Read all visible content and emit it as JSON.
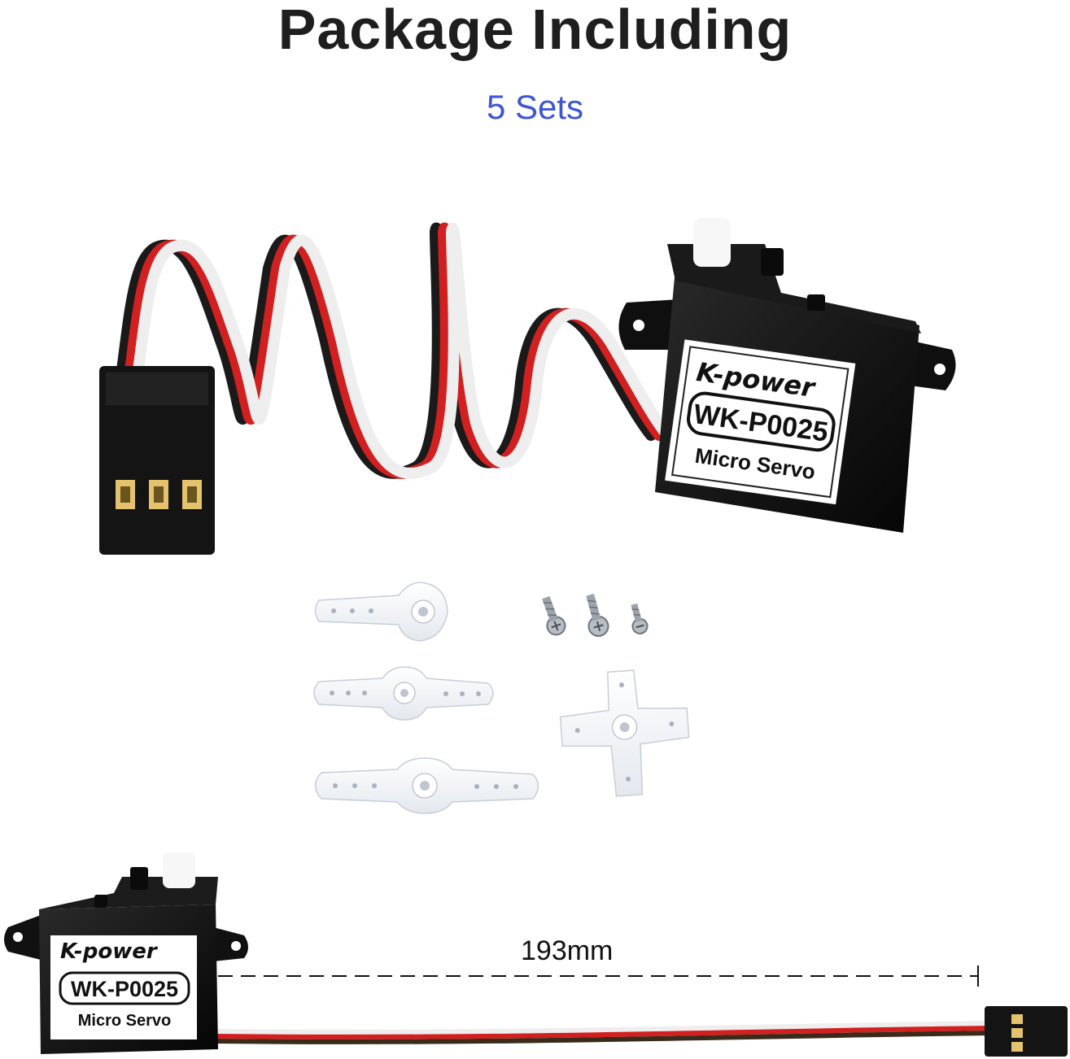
{
  "header": {
    "title": "Package Including",
    "subtitle": "5 Sets"
  },
  "servo_label": {
    "brand": "K-power",
    "model": "WK-P0025",
    "type": "Micro Servo"
  },
  "measurement": {
    "cable_length": "193mm"
  },
  "colors": {
    "title": "#1e1e1e",
    "subtitle": "#3d55d4",
    "servo_body": "#111111",
    "wire_red": "#d21f1f",
    "wire_black": "#1a1a1a",
    "wire_white": "#f2f2f2"
  }
}
